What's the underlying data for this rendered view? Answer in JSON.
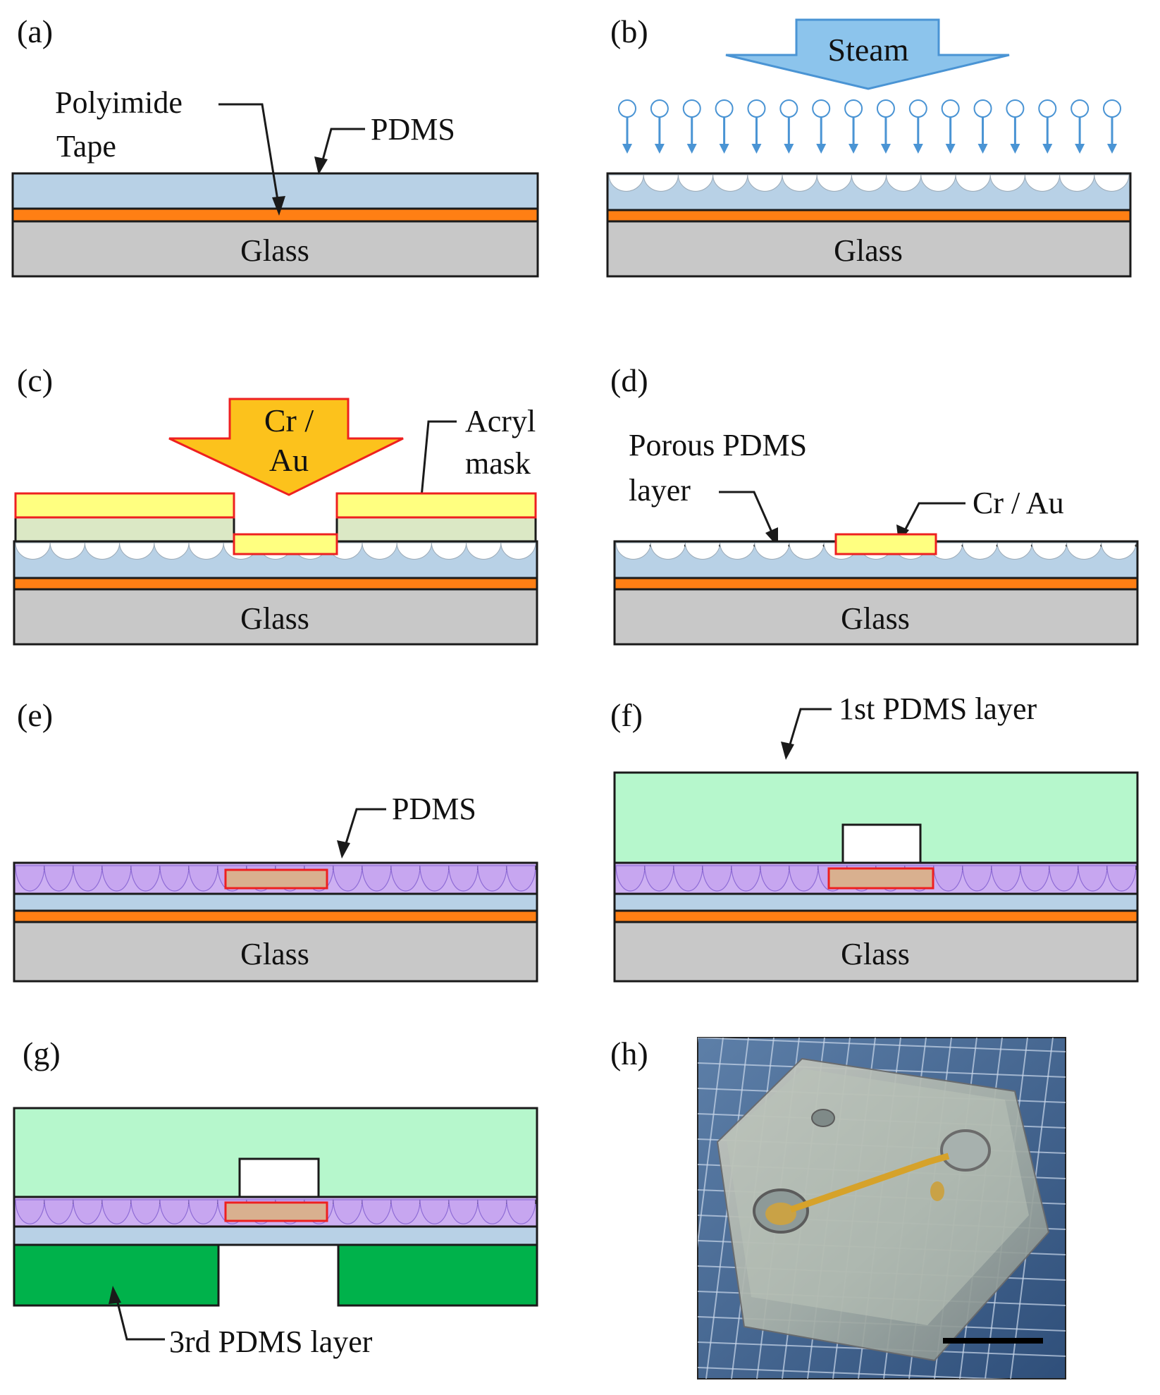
{
  "colors": {
    "glass": "#c8c8c8",
    "polyimide": "#ff7f14",
    "pdms": "#b8d1e6",
    "purple_pdms": "#cdb0f2",
    "yellow": "#ffff80",
    "mask": "#dbe8c5",
    "first_layer": "#b6f7cc",
    "third_layer": "#00b24b",
    "electrode_on_purple": "#d9b08f",
    "outline": "#1a1a1a",
    "red_outline": "#ee2020",
    "steam_arrow": "#8cc4ec",
    "droplet_arrow": "#4a94d4",
    "cr_au_arrow": "#fcc21c"
  },
  "panels": {
    "a": {
      "label": "(a)",
      "polyimide_label_line1": "Polyimide",
      "polyimide_label_line2": "Tape",
      "pdms_label": "PDMS",
      "glass_label": "Glass"
    },
    "b": {
      "label": "(b)",
      "steam_label": "Steam",
      "glass_label": "Glass"
    },
    "c": {
      "label": "(c)",
      "cr_au_line1": "Cr /",
      "cr_au_line2": "Au",
      "mask_line1": "Acryl",
      "mask_line2": "mask",
      "glass_label": "Glass"
    },
    "d": {
      "label": "(d)",
      "porous_line1": "Porous PDMS",
      "porous_line2": "layer",
      "cr_au_label": "Cr / Au",
      "glass_label": "Glass"
    },
    "e": {
      "label": "(e)",
      "pdms_label": "PDMS",
      "glass_label": "Glass"
    },
    "f": {
      "label": "(f)",
      "first_layer_label": "1st PDMS layer",
      "glass_label": "Glass"
    },
    "g": {
      "label": "(g)",
      "third_layer_label": "3rd PDMS layer"
    },
    "h": {
      "label": "(h)",
      "photo_description": "photo"
    }
  }
}
